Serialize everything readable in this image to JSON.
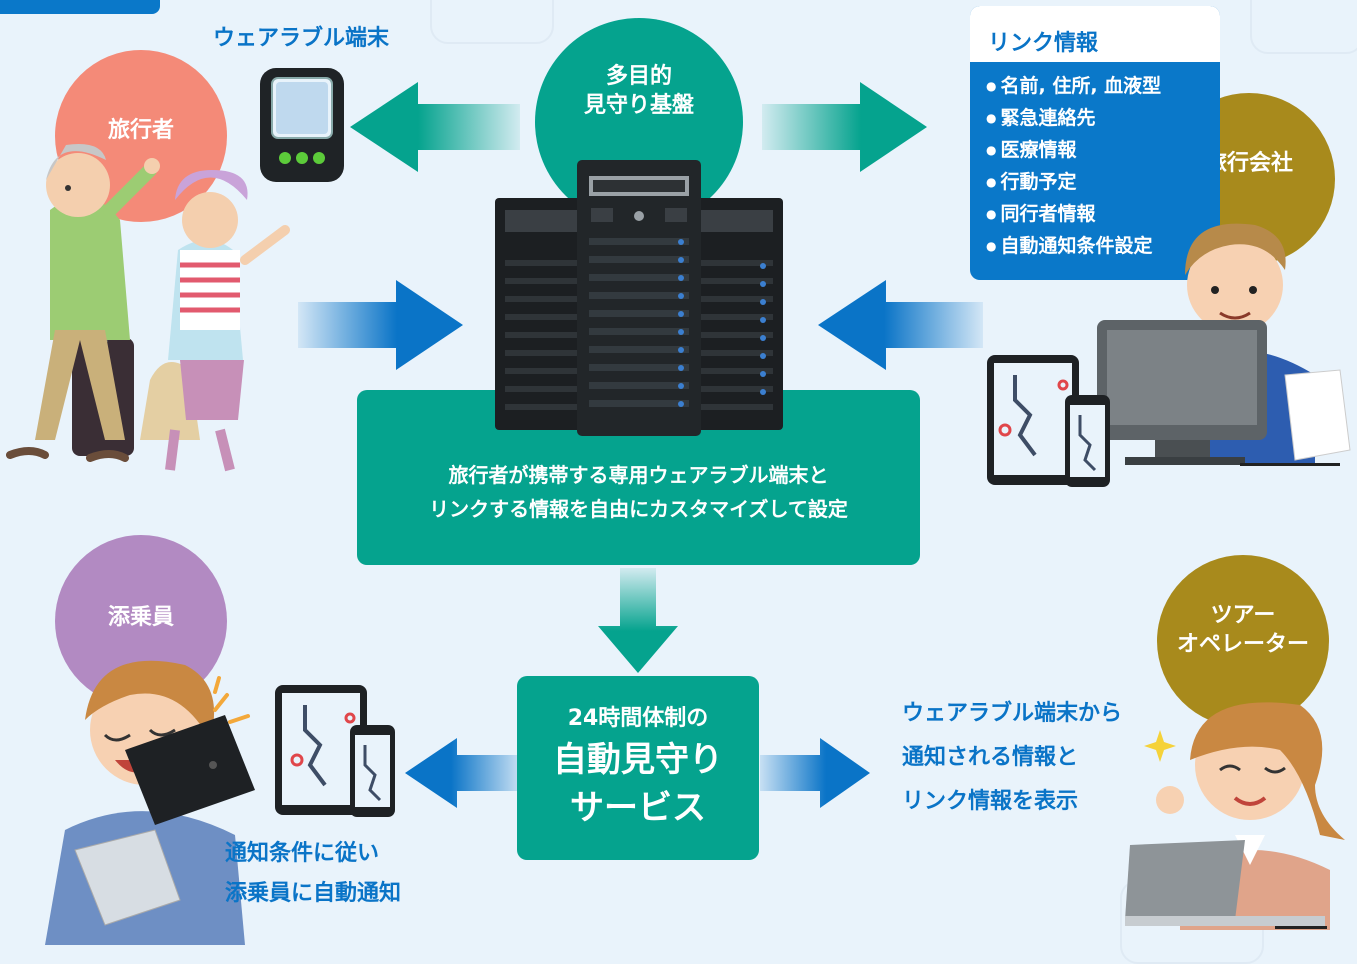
{
  "labels": {
    "wearable_device": "ウェアラブル端末",
    "traveler": "旅行者",
    "platform": [
      "多目的",
      "見守り基盤"
    ],
    "travel_company": "旅行会社",
    "conductor": "添乗員",
    "tour_operator": [
      "ツアー",
      "オペレーター"
    ]
  },
  "link_info": {
    "title": "リンク情報",
    "items": [
      "名前, 住所, 血液型",
      "緊急連絡先",
      "医療情報",
      "行動予定",
      "同行者情報",
      "自動通知条件設定"
    ]
  },
  "center_box": {
    "lines": [
      "旅行者が携帯する専用ウェアラブル端末と",
      "リンクする情報を自由にカスタマイズして設定"
    ]
  },
  "service_box": {
    "line1": "24時間体制の",
    "line2": "自動見守り",
    "line3": "サービス"
  },
  "conductor_note": [
    "通知条件に従い",
    "添乗員に自動通知"
  ],
  "operator_note": [
    "ウェアラブル端末から",
    "通知される情報と",
    "リンク情報を表示"
  ],
  "colors": {
    "teal": "#05a38e",
    "blue": "#0a74c7",
    "salmon": "#f48a78",
    "purple": "#b28ac2",
    "olive": "#a88a1c",
    "background": "#e9f3fb"
  }
}
